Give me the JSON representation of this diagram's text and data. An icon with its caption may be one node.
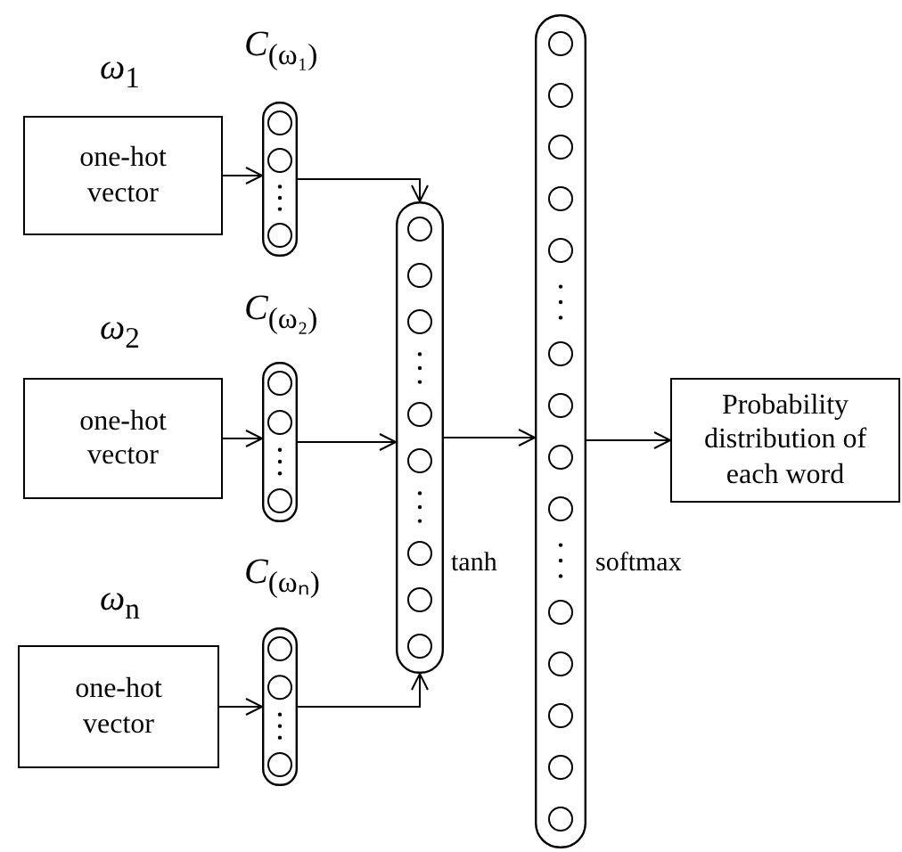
{
  "diagram": {
    "nodes": [
      {
        "text": [
          "one-hot vector"
        ],
        "beside": [
          "*ω*$_{1}$"
        ]
      },
      {
        "text": [],
        "shape": "bar",
        "beside": [
          "*C*$_{(ω₁)}$"
        ]
      },
      {
        "text": [
          "one-hot vector"
        ],
        "beside": [
          "*ω*$_{2}$"
        ]
      },
      {
        "text": [],
        "shape": "bar",
        "beside": [
          "*C*$_{(ω₂)}$"
        ]
      },
      {
        "text": [
          "one-hot vector"
        ],
        "beside": [
          "*ω*$_{n}$"
        ]
      },
      {
        "text": [],
        "shape": "bar",
        "beside": [
          "*C*$_{(ωₙ)}$"
        ]
      },
      {
        "text": [],
        "shape": "bar",
        "beside": [
          "tanh"
        ]
      },
      {
        "text": [],
        "shape": "bar",
        "beside": [
          "softmax"
        ]
      },
      {
        "text": [
          "Probability distribution of each word"
        ]
      }
    ],
    "edges": [
      {
        "from": 0,
        "to": 1,
        "arrow": "to"
      },
      {
        "from": 2,
        "to": 3,
        "arrow": "to"
      },
      {
        "from": 4,
        "to": 5,
        "arrow": "to"
      },
      {
        "from": 1,
        "to": 6,
        "arrow": "to"
      },
      {
        "from": 3,
        "to": 6,
        "arrow": "to"
      },
      {
        "from": 5,
        "to": 6,
        "arrow": "to"
      },
      {
        "from": 6,
        "to": 7,
        "arrow": "to"
      },
      {
        "from": 7,
        "to": 8,
        "arrow": "to"
      }
    ]
  }
}
